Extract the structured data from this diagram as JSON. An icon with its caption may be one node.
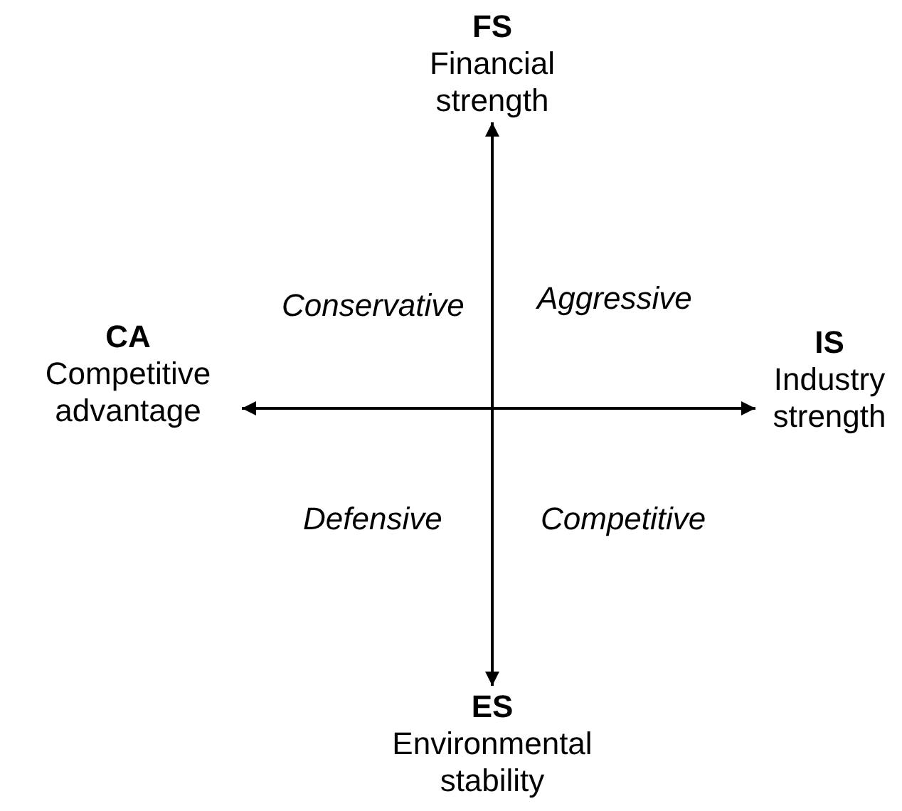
{
  "diagram": {
    "nodes": [
      {
        "text": [
          "FS",
          "Financial strength"
        ]
      },
      {
        "text": [
          "CA",
          "Competitive advantage"
        ]
      },
      {
        "text": [
          "IS",
          "Industry strength"
        ]
      },
      {
        "text": [
          "ES",
          "Environmental stability"
        ]
      }
    ],
    "edges": [
      {
        "from": 3,
        "to": 0,
        "arrow": "both"
      },
      {
        "from": 1,
        "to": 2,
        "arrow": "both"
      }
    ],
    "labels": [
      "Conservative",
      "Aggressive",
      "Defensive",
      "Competitive"
    ]
  }
}
